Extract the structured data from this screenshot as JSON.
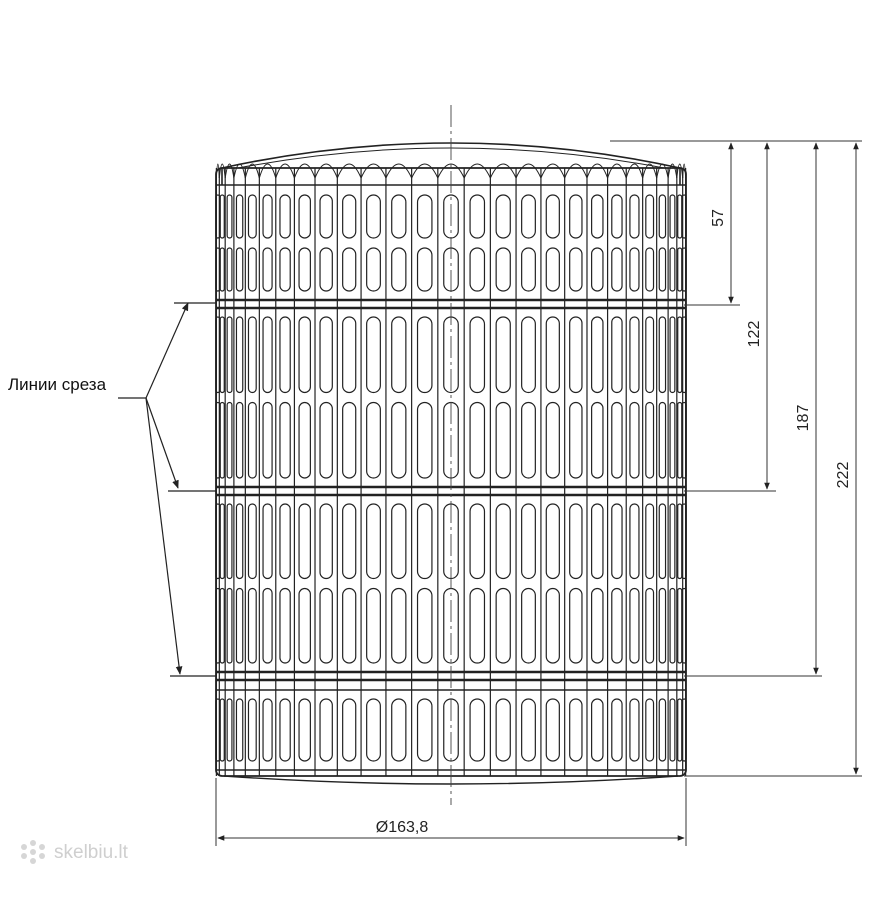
{
  "drawing": {
    "cut_lines_label": "Линии среза",
    "dimensions": {
      "d57": "57",
      "d122": "122",
      "d187": "187",
      "d222": "222",
      "diameter": "Ø163,8"
    },
    "watermark": "skelbiu.lt"
  }
}
